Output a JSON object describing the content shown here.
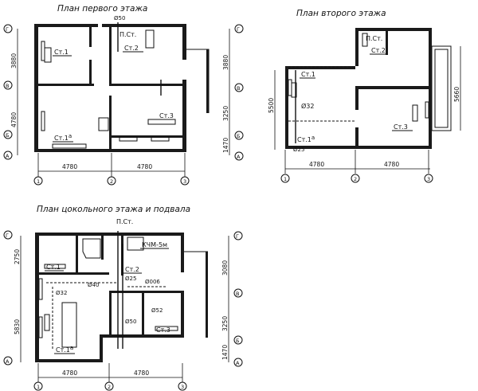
{
  "plans": {
    "first": {
      "title": "План первого этажа",
      "labels": {
        "st1": "Ст.1",
        "st2": "Ст.2",
        "st3": "Ст.3",
        "st1a": "Ст.1",
        "st1a_sup": "а",
        "pst": "П.Ст.",
        "d50": "Ø50"
      },
      "dims": {
        "left_top": "3880",
        "left_bottom": "4780",
        "right_top": "3880",
        "right_mid": "3250",
        "right_bottom": "1470",
        "bottom_left": "4780",
        "bottom_right": "4780"
      },
      "axes": {
        "g_left": "Г",
        "v_left": "В",
        "b_left": "Б",
        "a_left": "А",
        "g_right": "Г",
        "v_right": "В",
        "b_right": "Б",
        "a_right": "А",
        "n1": "1",
        "n2": "2",
        "n3": "3"
      }
    },
    "second": {
      "title": "План второго этажа",
      "labels": {
        "pst": "П.Ст.",
        "st2": "Ст.2",
        "st1": "Ст.1",
        "d32": "Ø32",
        "st1a": "Ст.1",
        "st1a_sup": "а",
        "d25": "Ø25",
        "st3": "Ст.3"
      },
      "dims": {
        "left": "5500",
        "right": "5660",
        "bottom_left": "4780",
        "bottom_right": "4780"
      },
      "axes": {
        "n1": "1",
        "n2": "2",
        "n3": "3"
      }
    },
    "basement": {
      "title": "План цокольного этажа и подвала",
      "labels": {
        "pst": "П.Ст.",
        "kchm": "КЧМ-5м",
        "st1": "Ст.1",
        "st2": "Ст.2",
        "d25": "Ø25",
        "d40": "Ø40",
        "d32": "Ø32",
        "d006": "Ø006",
        "d50": "Ø50",
        "d52": "Ø52",
        "st3": "Ст.3",
        "st1a": "Ст.1",
        "st1a_sup": "а"
      },
      "dims": {
        "left_top": "2750",
        "left_bottom": "5830",
        "right_top": "3080",
        "right_mid": "3250",
        "right_bottom": "1470",
        "bottom_left": "4780",
        "bottom_right": "4780"
      },
      "axes": {
        "g_left": "Г",
        "a_left": "А",
        "g_right": "Г",
        "v_right": "В",
        "b_right": "Б",
        "a_right": "А",
        "n1": "1",
        "n2": "2",
        "n3": "3"
      }
    }
  }
}
